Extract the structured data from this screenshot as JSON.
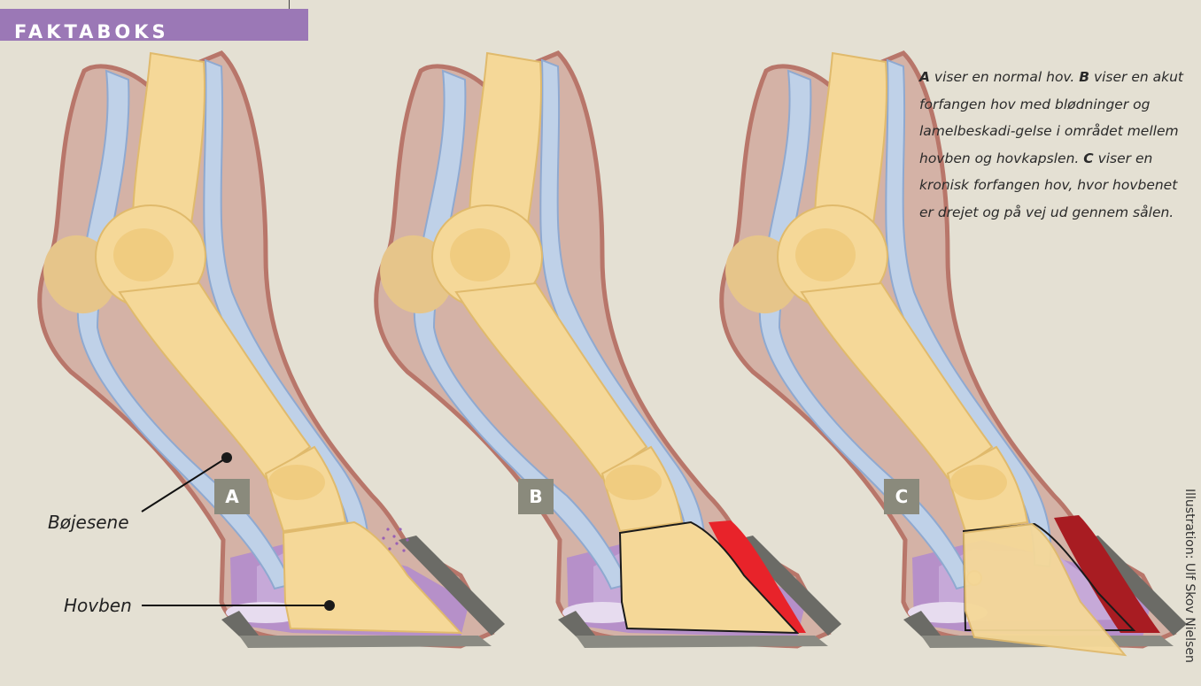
{
  "header": {
    "title": "FAKTABOKS"
  },
  "caption": {
    "a_letter": "A",
    "a_text": " viser en normal hov. ",
    "b_letter": "B",
    "b_text": " viser en akut forfangen hov med blødninger og lamelbeskadi-gelse i området mellem hovben og hovkapslen. ",
    "c_letter": "C",
    "c_text": " viser en kronisk forfangen hov, hvor hovbenet er drejet og på vej ud gennem sålen."
  },
  "labels": {
    "tendon": "Bøjesene",
    "coffin_bone": "Hovben"
  },
  "panels": [
    {
      "badge": "A"
    },
    {
      "badge": "B"
    },
    {
      "badge": "C"
    }
  ],
  "credit": "Illustration: Ulf Skov Nielsen",
  "colors": {
    "background": "#e4e0d3",
    "header": "#9b78b6",
    "skin": "#c99a8c",
    "tendon": "#b9cde6",
    "bone": "#f5d898",
    "hoof_inner": "#a77bbd",
    "wall": "#6b6b66",
    "acute_bleeding": "#e8232a",
    "chronic_bleeding": "#a81c22",
    "badge": "#8a8a7c"
  }
}
